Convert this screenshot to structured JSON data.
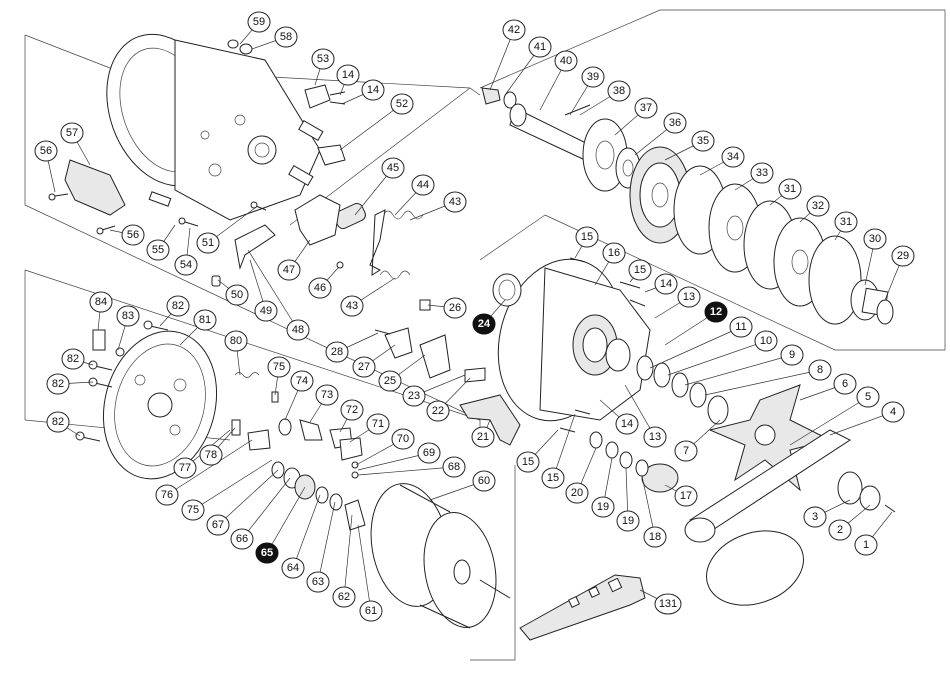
{
  "diagram": {
    "labels": [
      {
        "id": "59",
        "text": "59",
        "filled": false
      },
      {
        "id": "58",
        "text": "58",
        "filled": false
      },
      {
        "id": "53",
        "text": "53",
        "filled": false
      },
      {
        "id": "14a",
        "text": "14",
        "filled": false
      },
      {
        "id": "14b",
        "text": "14",
        "filled": false
      },
      {
        "id": "52",
        "text": "52",
        "filled": false
      },
      {
        "id": "57",
        "text": "57",
        "filled": false
      },
      {
        "id": "56a",
        "text": "56",
        "filled": false
      },
      {
        "id": "56b",
        "text": "56",
        "filled": false
      },
      {
        "id": "55",
        "text": "55",
        "filled": false
      },
      {
        "id": "54",
        "text": "54",
        "filled": false
      },
      {
        "id": "51",
        "text": "51",
        "filled": false
      },
      {
        "id": "50",
        "text": "50",
        "filled": false
      },
      {
        "id": "49",
        "text": "49",
        "filled": false
      },
      {
        "id": "48",
        "text": "48",
        "filled": false
      },
      {
        "id": "47",
        "text": "47",
        "filled": false
      },
      {
        "id": "46",
        "text": "46",
        "filled": false
      },
      {
        "id": "45",
        "text": "45",
        "filled": false
      },
      {
        "id": "44",
        "text": "44",
        "filled": false
      },
      {
        "id": "43a",
        "text": "43",
        "filled": false
      },
      {
        "id": "43b",
        "text": "43",
        "filled": false
      },
      {
        "id": "42",
        "text": "42",
        "filled": false
      },
      {
        "id": "41",
        "text": "41",
        "filled": false
      },
      {
        "id": "40",
        "text": "40",
        "filled": false
      },
      {
        "id": "39",
        "text": "39",
        "filled": false
      },
      {
        "id": "38",
        "text": "38",
        "filled": false
      },
      {
        "id": "37",
        "text": "37",
        "filled": false
      },
      {
        "id": "36",
        "text": "36",
        "filled": false
      },
      {
        "id": "35",
        "text": "35",
        "filled": false
      },
      {
        "id": "34",
        "text": "34",
        "filled": false
      },
      {
        "id": "33",
        "text": "33",
        "filled": false
      },
      {
        "id": "31a",
        "text": "31",
        "filled": false
      },
      {
        "id": "32",
        "text": "32",
        "filled": false
      },
      {
        "id": "31b",
        "text": "31",
        "filled": false
      },
      {
        "id": "30",
        "text": "30",
        "filled": false
      },
      {
        "id": "29",
        "text": "29",
        "filled": false
      },
      {
        "id": "15a",
        "text": "15",
        "filled": false
      },
      {
        "id": "16",
        "text": "16",
        "filled": false
      },
      {
        "id": "15b",
        "text": "15",
        "filled": false
      },
      {
        "id": "14c",
        "text": "14",
        "filled": false
      },
      {
        "id": "13a",
        "text": "13",
        "filled": false
      },
      {
        "id": "12",
        "text": "12",
        "filled": true
      },
      {
        "id": "11",
        "text": "11",
        "filled": false
      },
      {
        "id": "10",
        "text": "10",
        "filled": false
      },
      {
        "id": "9",
        "text": "9",
        "filled": false
      },
      {
        "id": "8",
        "text": "8",
        "filled": false
      },
      {
        "id": "6",
        "text": "6",
        "filled": false
      },
      {
        "id": "5",
        "text": "5",
        "filled": false
      },
      {
        "id": "4",
        "text": "4",
        "filled": false
      },
      {
        "id": "7",
        "text": "7",
        "filled": false
      },
      {
        "id": "26",
        "text": "26",
        "filled": false
      },
      {
        "id": "24",
        "text": "24",
        "filled": true
      },
      {
        "id": "28",
        "text": "28",
        "filled": false
      },
      {
        "id": "27",
        "text": "27",
        "filled": false
      },
      {
        "id": "25",
        "text": "25",
        "filled": false
      },
      {
        "id": "23",
        "text": "23",
        "filled": false
      },
      {
        "id": "22",
        "text": "22",
        "filled": false
      },
      {
        "id": "21",
        "text": "21",
        "filled": false
      },
      {
        "id": "14d",
        "text": "14",
        "filled": false
      },
      {
        "id": "13b",
        "text": "13",
        "filled": false
      },
      {
        "id": "15c",
        "text": "15",
        "filled": false
      },
      {
        "id": "15d",
        "text": "15",
        "filled": false
      },
      {
        "id": "20",
        "text": "20",
        "filled": false
      },
      {
        "id": "19a",
        "text": "19",
        "filled": false
      },
      {
        "id": "19b",
        "text": "19",
        "filled": false
      },
      {
        "id": "18",
        "text": "18",
        "filled": false
      },
      {
        "id": "17",
        "text": "17",
        "filled": false
      },
      {
        "id": "3",
        "text": "3",
        "filled": false
      },
      {
        "id": "2",
        "text": "2",
        "filled": false
      },
      {
        "id": "1",
        "text": "1",
        "filled": false
      },
      {
        "id": "84",
        "text": "84",
        "filled": false
      },
      {
        "id": "82a",
        "text": "82",
        "filled": false
      },
      {
        "id": "83",
        "text": "83",
        "filled": false
      },
      {
        "id": "81",
        "text": "81",
        "filled": false
      },
      {
        "id": "82b",
        "text": "82",
        "filled": false
      },
      {
        "id": "82c",
        "text": "82",
        "filled": false
      },
      {
        "id": "82d",
        "text": "82",
        "filled": false
      },
      {
        "id": "80",
        "text": "80",
        "filled": false
      },
      {
        "id": "75a",
        "text": "75",
        "filled": false
      },
      {
        "id": "74",
        "text": "74",
        "filled": false
      },
      {
        "id": "73",
        "text": "73",
        "filled": false
      },
      {
        "id": "72",
        "text": "72",
        "filled": false
      },
      {
        "id": "71",
        "text": "71",
        "filled": false
      },
      {
        "id": "70",
        "text": "70",
        "filled": false
      },
      {
        "id": "69",
        "text": "69",
        "filled": false
      },
      {
        "id": "68",
        "text": "68",
        "filled": false
      },
      {
        "id": "78",
        "text": "78",
        "filled": false
      },
      {
        "id": "77",
        "text": "77",
        "filled": false
      },
      {
        "id": "76",
        "text": "76",
        "filled": false
      },
      {
        "id": "75b",
        "text": "75",
        "filled": false
      },
      {
        "id": "67",
        "text": "67",
        "filled": false
      },
      {
        "id": "66",
        "text": "66",
        "filled": false
      },
      {
        "id": "65",
        "text": "65",
        "filled": true
      },
      {
        "id": "64",
        "text": "64",
        "filled": false
      },
      {
        "id": "63",
        "text": "63",
        "filled": false
      },
      {
        "id": "62",
        "text": "62",
        "filled": false
      },
      {
        "id": "61",
        "text": "61",
        "filled": false
      },
      {
        "id": "60",
        "text": "60",
        "filled": false
      },
      {
        "id": "131",
        "text": "131",
        "filled": false
      }
    ]
  }
}
